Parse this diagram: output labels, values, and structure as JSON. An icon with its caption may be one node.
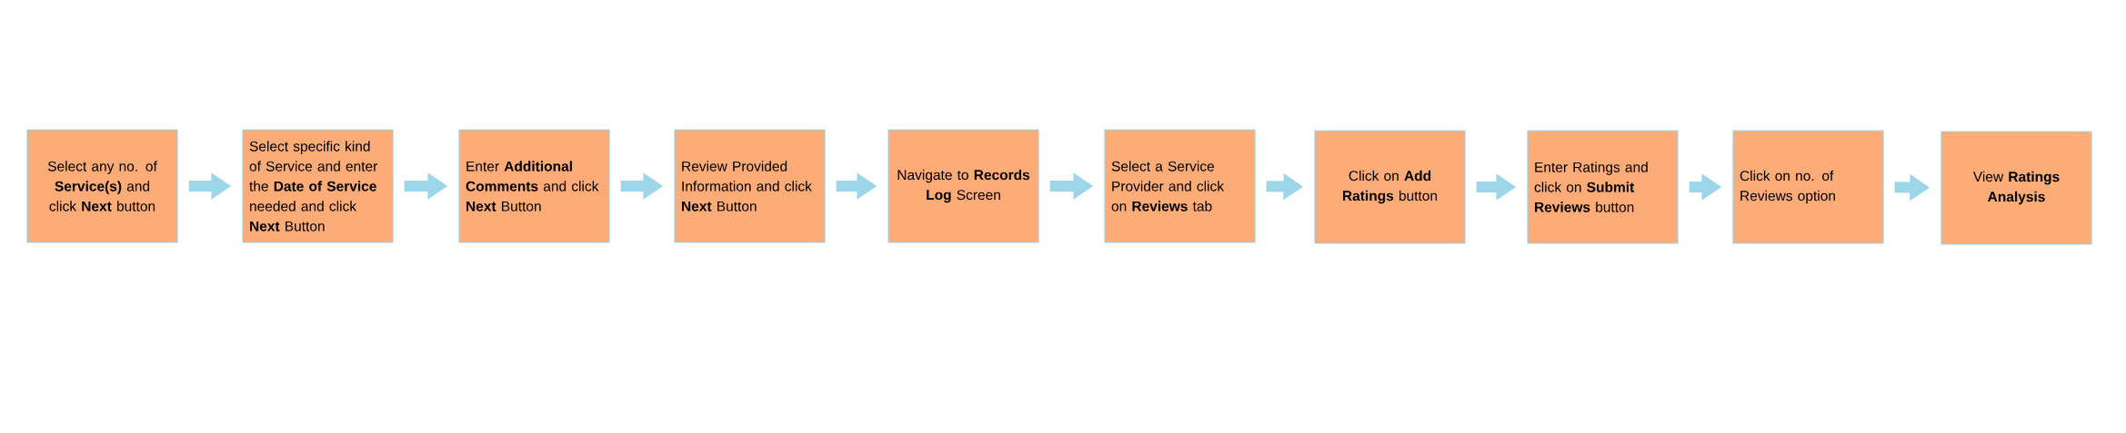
{
  "diagram": {
    "nodes": [
      {
        "text": [
          "Select any no. of **Service(s)** and click **Next** button"
        ]
      },
      {
        "text": [
          "Select specific kind of Service and enter the **Date of Service** needed and click **Next** Button"
        ]
      },
      {
        "text": [
          "Enter **Additional Comments** and click **Next** Button"
        ]
      },
      {
        "text": [
          "Review Provided Information and click **Next** Button"
        ]
      },
      {
        "text": [
          "Navigate to **Records Log** Screen"
        ]
      },
      {
        "text": [
          "Select a Service Provider and click on **Reviews** tab"
        ]
      },
      {
        "text": [
          "Click on **Add Ratings** button"
        ]
      },
      {
        "text": [
          "Enter Ratings and click on **Submit Reviews** button"
        ]
      },
      {
        "text": [
          "Click on no. of Reviews option"
        ]
      },
      {
        "text": [
          "View **Ratings Analysis**"
        ]
      }
    ],
    "edges": [
      {
        "from": 0,
        "to": 1,
        "arrow": "to"
      },
      {
        "from": 1,
        "to": 2,
        "arrow": "to"
      },
      {
        "from": 2,
        "to": 3,
        "arrow": "to"
      },
      {
        "from": 3,
        "to": 4,
        "arrow": "to"
      },
      {
        "from": 4,
        "to": 5,
        "arrow": "to"
      },
      {
        "from": 5,
        "to": 6,
        "arrow": "to"
      },
      {
        "from": 6,
        "to": 7,
        "arrow": "to"
      },
      {
        "from": 7,
        "to": 8,
        "arrow": "to"
      },
      {
        "from": 8,
        "to": 9,
        "arrow": "to"
      }
    ]
  }
}
